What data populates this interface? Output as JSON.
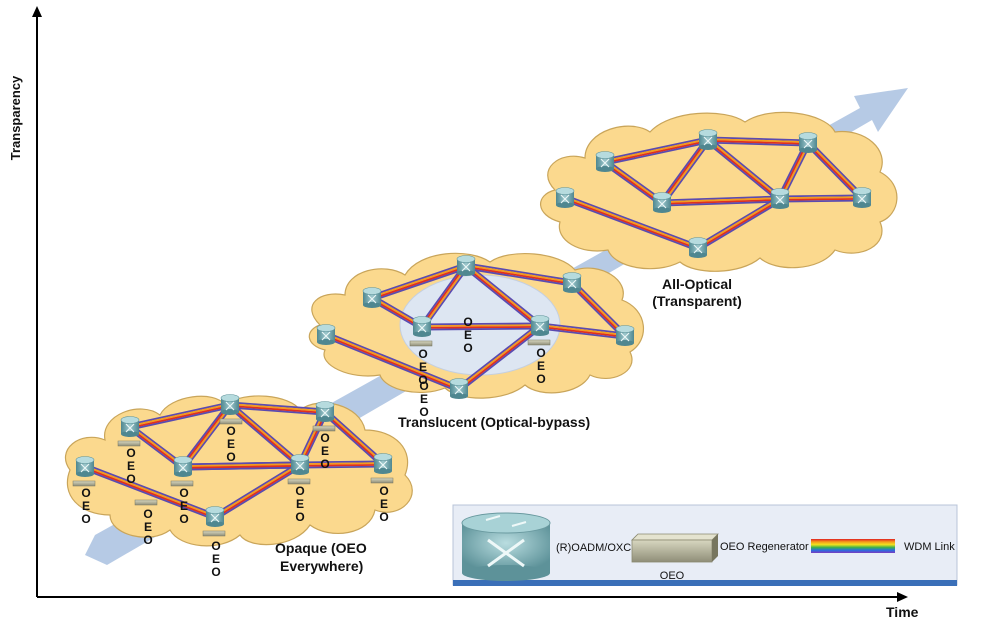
{
  "axes": {
    "y_label": "Transparency",
    "x_label": "Time"
  },
  "stages": {
    "opaque": {
      "label_line1": "Opaque (OEO",
      "label_line2": "Everywhere)"
    },
    "translucent": {
      "label": "Translucent (Optical-bypass)"
    },
    "all_optical": {
      "label_line1": "All-Optical",
      "label_line2": "(Transparent)"
    }
  },
  "oeo_letters": [
    "O",
    "E",
    "O"
  ],
  "legend": {
    "roadm_label": "(R)OADM/OXC",
    "regen_label": "OEO Regenerator",
    "oeo_label": "OEO",
    "wdm_label": "WDM Link"
  },
  "colors": {
    "cloud_fill": "#fbd98e",
    "cloud_stroke": "#c9a55a",
    "arrow": "#a9c1e0",
    "link_orange": "#f39a1e",
    "link_red": "#e0301e",
    "link_blue": "#5b4bb0",
    "node": "#6fa0a8",
    "legend_bg": "#e8edf6",
    "legend_bar": "#3a6fb8",
    "bypass": "#dde6f2"
  }
}
